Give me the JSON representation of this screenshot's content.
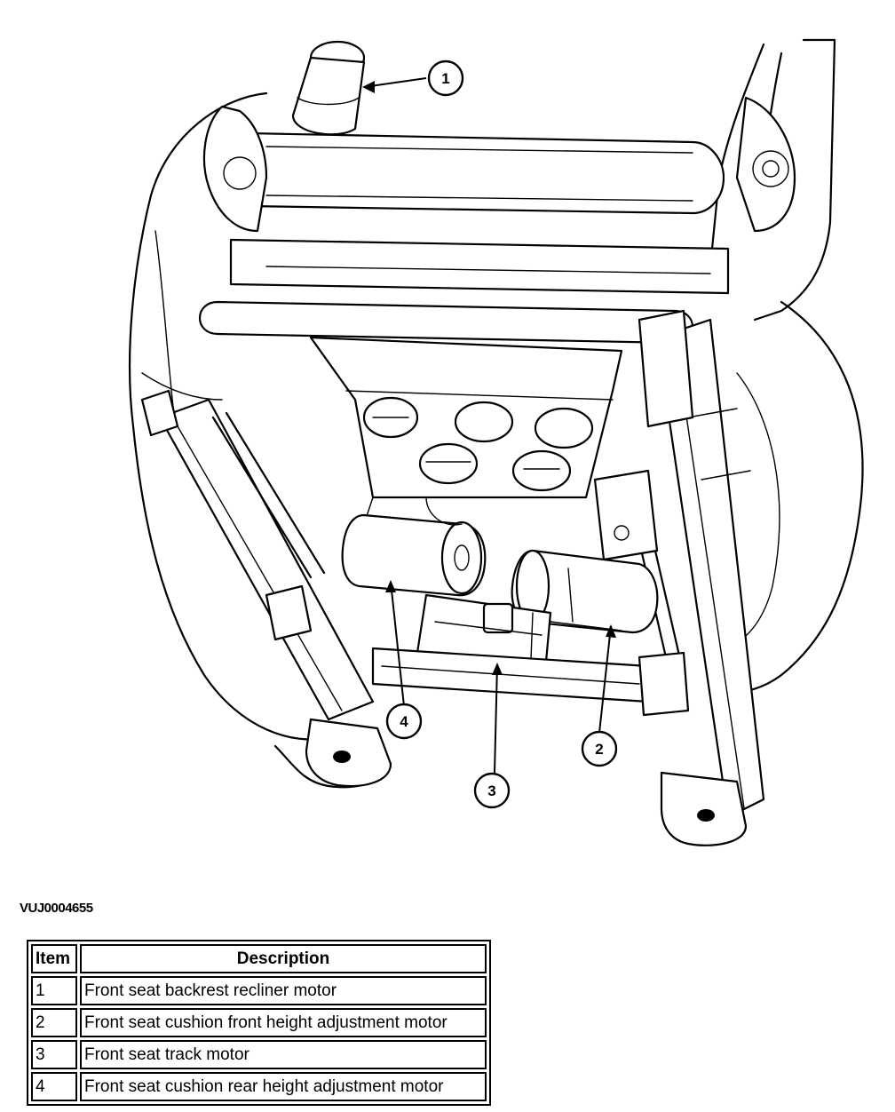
{
  "figure_code": "VUJ0004655",
  "callouts": [
    {
      "number": "1"
    },
    {
      "number": "2"
    },
    {
      "number": "3"
    },
    {
      "number": "4"
    }
  ],
  "table": {
    "headers": {
      "item": "Item",
      "description": "Description"
    },
    "rows": [
      {
        "item": "1",
        "description": "Front seat backrest recliner motor"
      },
      {
        "item": "2",
        "description": "Front seat cushion front height adjustment motor"
      },
      {
        "item": "3",
        "description": "Front seat track motor"
      },
      {
        "item": "4",
        "description": "Front seat cushion rear height adjustment motor"
      }
    ]
  }
}
